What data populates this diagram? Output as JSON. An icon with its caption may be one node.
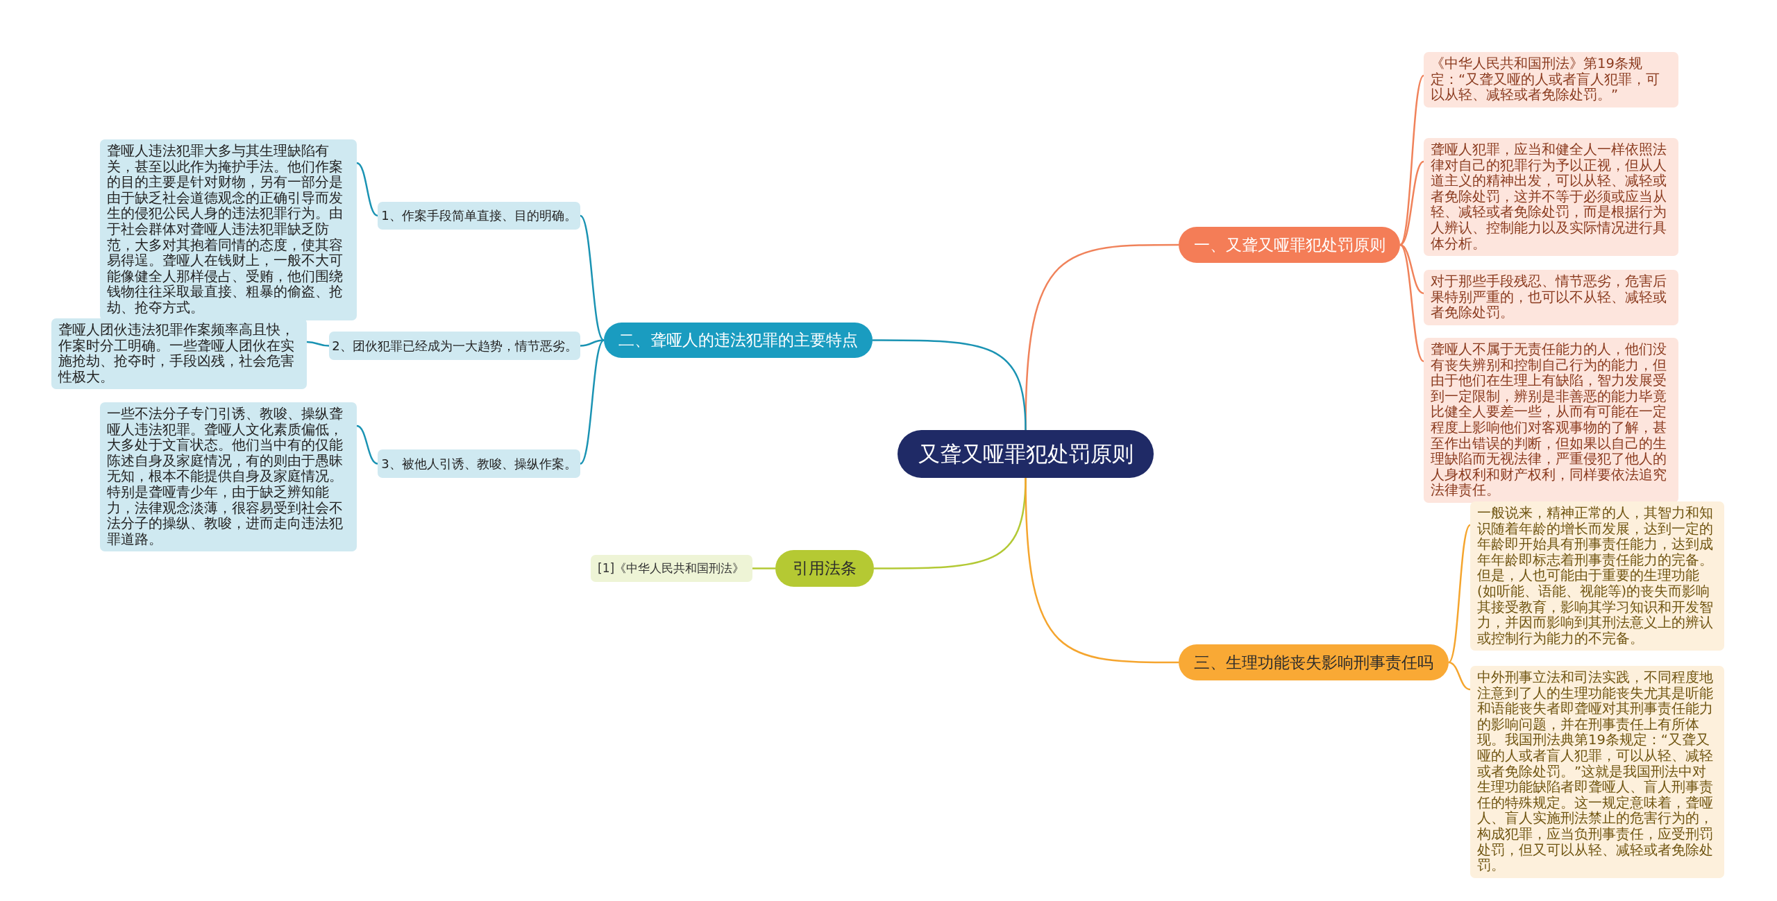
{
  "diagram": {
    "nodes": [
      {
        "text": [
          "又聋又哑罪犯处罚原则"
        ]
      },
      {
        "text": [
          "一、又聋又哑罪犯处罚原则"
        ]
      },
      {
        "text": [
          "《中华人民共和国刑法》第19条规定：“又聋又哑的人或者盲人犯罪，可以从轻、减轻或者免除处罚。”"
        ]
      },
      {
        "text": [
          "聋哑人犯罪，应当和健全人一样依照法律对自己的犯罪行为予以正视，但从人道主义的精神出发，可以从轻、减轻或者免除处罚，这并不等于必须或应当从轻、减轻或者免除处罚，而是根据行为人辨认、控制能力以及实际情况进行具体分析。"
        ]
      },
      {
        "text": [
          "对于那些手段残忍、情节恶劣，危害后果特别严重的，也可以不从轻、减轻或者免除处罚。"
        ]
      },
      {
        "text": [
          "聋哑人不属于无责任能力的人，他们没有丧失辨别和控制自己行为的能力，但由于他们在生理上有缺陷，智力发展受到一定限制，辨别是非善恶的能力毕竟比健全人要差一些，从而有可能在一定程度上影响他们对客观事物的了解，甚至作出错误的判断，但如果以自己的生理缺陷而无视法律，严重侵犯了他人的人身权利和财产权利，同样要依法追究法律责任。"
        ]
      },
      {
        "text": [
          "二、聋哑人的违法犯罪的主要特点"
        ]
      },
      {
        "text": [
          "1、作案手段简单直接、目的明确。"
        ]
      },
      {
        "text": [
          "聋哑人违法犯罪大多与其生理缺陷有关，甚至以此作为掩护手法。他们作案的目的主要是针对财物，另有一部分是由于缺乏社会道德观念的正确引导而发生的侵犯公民人身的违法犯罪行为。由于社会群体对聋哑人违法犯罪缺乏防范，大多对其抱着同情的态度，使其容易得逞。聋哑人在钱财上，一般不大可能像健全人那样侵占、受贿，他们围绕钱物往往采取最直接、粗暴的偷盗、抢劫、抢夺方式。"
        ]
      },
      {
        "text": [
          "2、团伙犯罪已经成为一大趋势，情节恶劣。"
        ]
      },
      {
        "text": [
          "聋哑人团伙违法犯罪作案频率高且快，作案时分工明确。一些聋哑人团伙在实施抢劫、抢夺时，手段凶残，社会危害性极大。"
        ]
      },
      {
        "text": [
          "3、被他人引诱、教唆、操纵作案。"
        ]
      },
      {
        "text": [
          "一些不法分子专门引诱、教唆、操纵聋哑人违法犯罪。聋哑人文化素质偏低，大多处于文盲状态。他们当中有的仅能陈述自身及家庭情况，有的则由于愚昧无知，根本不能提供自身及家庭情况。特别是聋哑青少年，由于缺乏辨知能力，法律观念淡薄，很容易受到社会不法分子的操纵、教唆，进而走向违法犯罪道路。"
        ]
      },
      {
        "text": [
          "引用法条"
        ]
      },
      {
        "text": [
          "[1]《中华人民共和国刑法》"
        ]
      },
      {
        "text": [
          "三、生理功能丧失影响刑事责任吗"
        ]
      },
      {
        "text": [
          "一般说来，精神正常的人，其智力和知识随着年龄的增长而发展，达到一定的年龄即开始具有刑事责任能力，达到成年年龄即标志着刑事责任能力的完备。但是，人也可能由于重要的生理功能(如听能、语能、视能等)的丧失而影响其接受教育，影响其学习知识和开发智力，并因而影响到其刑法意义上的辨认或控制行为能力的不完备。"
        ]
      },
      {
        "text": [
          "中外刑事立法和司法实践，不同程度地注意到了人的生理功能丧失尤其是听能和语能丧失者即聋哑对其刑事责任能力的影响问题，并在刑事责任上有所体现。我国刑法典第19条规定：“又聋又哑的人或者盲人犯罪，可以从轻、减轻或者免除处罚。”这就是我国刑法中对生理功能缺陷者即聋哑人、盲人刑事责任的特殊规定。这一规定意味着，聋哑人、盲人实施刑法禁止的危害行为的，构成犯罪，应当负刑事责任，应受刑罚处罚，但又可以从轻、减轻或者免除处罚。"
        ]
      }
    ],
    "edges": [
      {
        "from": 0,
        "to": 1,
        "arrow": "none",
        "color": "#f0825a"
      },
      {
        "from": 1,
        "to": 2,
        "arrow": "none",
        "color": "#f0825a"
      },
      {
        "from": 1,
        "to": 3,
        "arrow": "none",
        "color": "#f0825a"
      },
      {
        "from": 1,
        "to": 4,
        "arrow": "none",
        "color": "#f0825a"
      },
      {
        "from": 1,
        "to": 5,
        "arrow": "none",
        "color": "#f0825a"
      },
      {
        "from": 0,
        "to": 6,
        "arrow": "none",
        "color": "#1a93b3"
      },
      {
        "from": 6,
        "to": 7,
        "arrow": "none",
        "color": "#1a93b3"
      },
      {
        "from": 7,
        "to": 8,
        "arrow": "none",
        "color": "#1a93b3"
      },
      {
        "from": 6,
        "to": 9,
        "arrow": "none",
        "color": "#1a93b3"
      },
      {
        "from": 9,
        "to": 10,
        "arrow": "none",
        "color": "#1a93b3"
      },
      {
        "from": 6,
        "to": 11,
        "arrow": "none",
        "color": "#1a93b3"
      },
      {
        "from": 11,
        "to": 12,
        "arrow": "none",
        "color": "#1a93b3"
      },
      {
        "from": 0,
        "to": 13,
        "arrow": "none",
        "color": "#b3c935"
      },
      {
        "from": 13,
        "to": 14,
        "arrow": "none",
        "color": "#b3c935"
      },
      {
        "from": 0,
        "to": 15,
        "arrow": "none",
        "color": "#f5a52e"
      },
      {
        "from": 15,
        "to": 16,
        "arrow": "none",
        "color": "#f5a52e"
      },
      {
        "from": 15,
        "to": 17,
        "arrow": "none",
        "color": "#f5a52e"
      }
    ]
  }
}
